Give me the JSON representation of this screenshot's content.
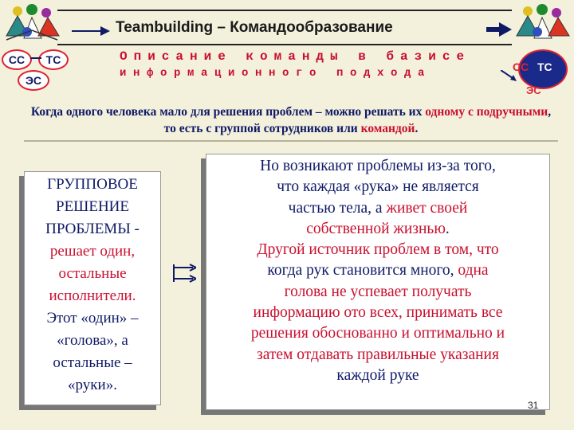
{
  "header": {
    "title": "Teambuilding – Командообразование",
    "subtitle_line1": "Описание команды в базисе",
    "subtitle_line2": "информационного подхода"
  },
  "logos": {
    "left": {
      "a": "СС",
      "b": "ТС",
      "c": "ЭС"
    },
    "right": {
      "a": "СС",
      "b": "ТС",
      "c": "ЭС"
    }
  },
  "intro": {
    "part1": "Когда одного человека мало для решения проблем – можно решать их ",
    "part2": "одному с подручными",
    "part3": ", то есть с группой сотрудников или ",
    "part4": "командой",
    "part5": "."
  },
  "left_box": {
    "l1": "ГРУППОВОЕ",
    "l2": "РЕШЕНИЕ",
    "l3": "ПРОБЛЕМЫ -",
    "l4": "решает один,",
    "l5": "остальные",
    "l6": "исполнители.",
    "l7": "Этот «один» –",
    "l8": "«голова», а",
    "l9": "остальные –",
    "l10": "«руки»."
  },
  "right_box": {
    "l1": "Но возникают проблемы из-за того,",
    "l2": "что  каждая «рука» не является",
    "l3a": "частью тела, а ",
    "l3b": "живет своей",
    "l4a": "собственной жизнью",
    "l4b": ".",
    "l5": "Другой источник проблем в том, что",
    "l6a": "когда рук становится много, ",
    "l6b": "одна",
    "l7": "голова не успевает получать",
    "l8": "информацию ото всех, принимать все",
    "l9": "решения обоснованно и оптимально и",
    "l10": "затем отдавать правильные указания",
    "l11": "каждой руке"
  },
  "page_number": "31",
  "colors": {
    "red": "#c8102e",
    "navy": "#0f1a66",
    "background": "#f3f0dc"
  }
}
